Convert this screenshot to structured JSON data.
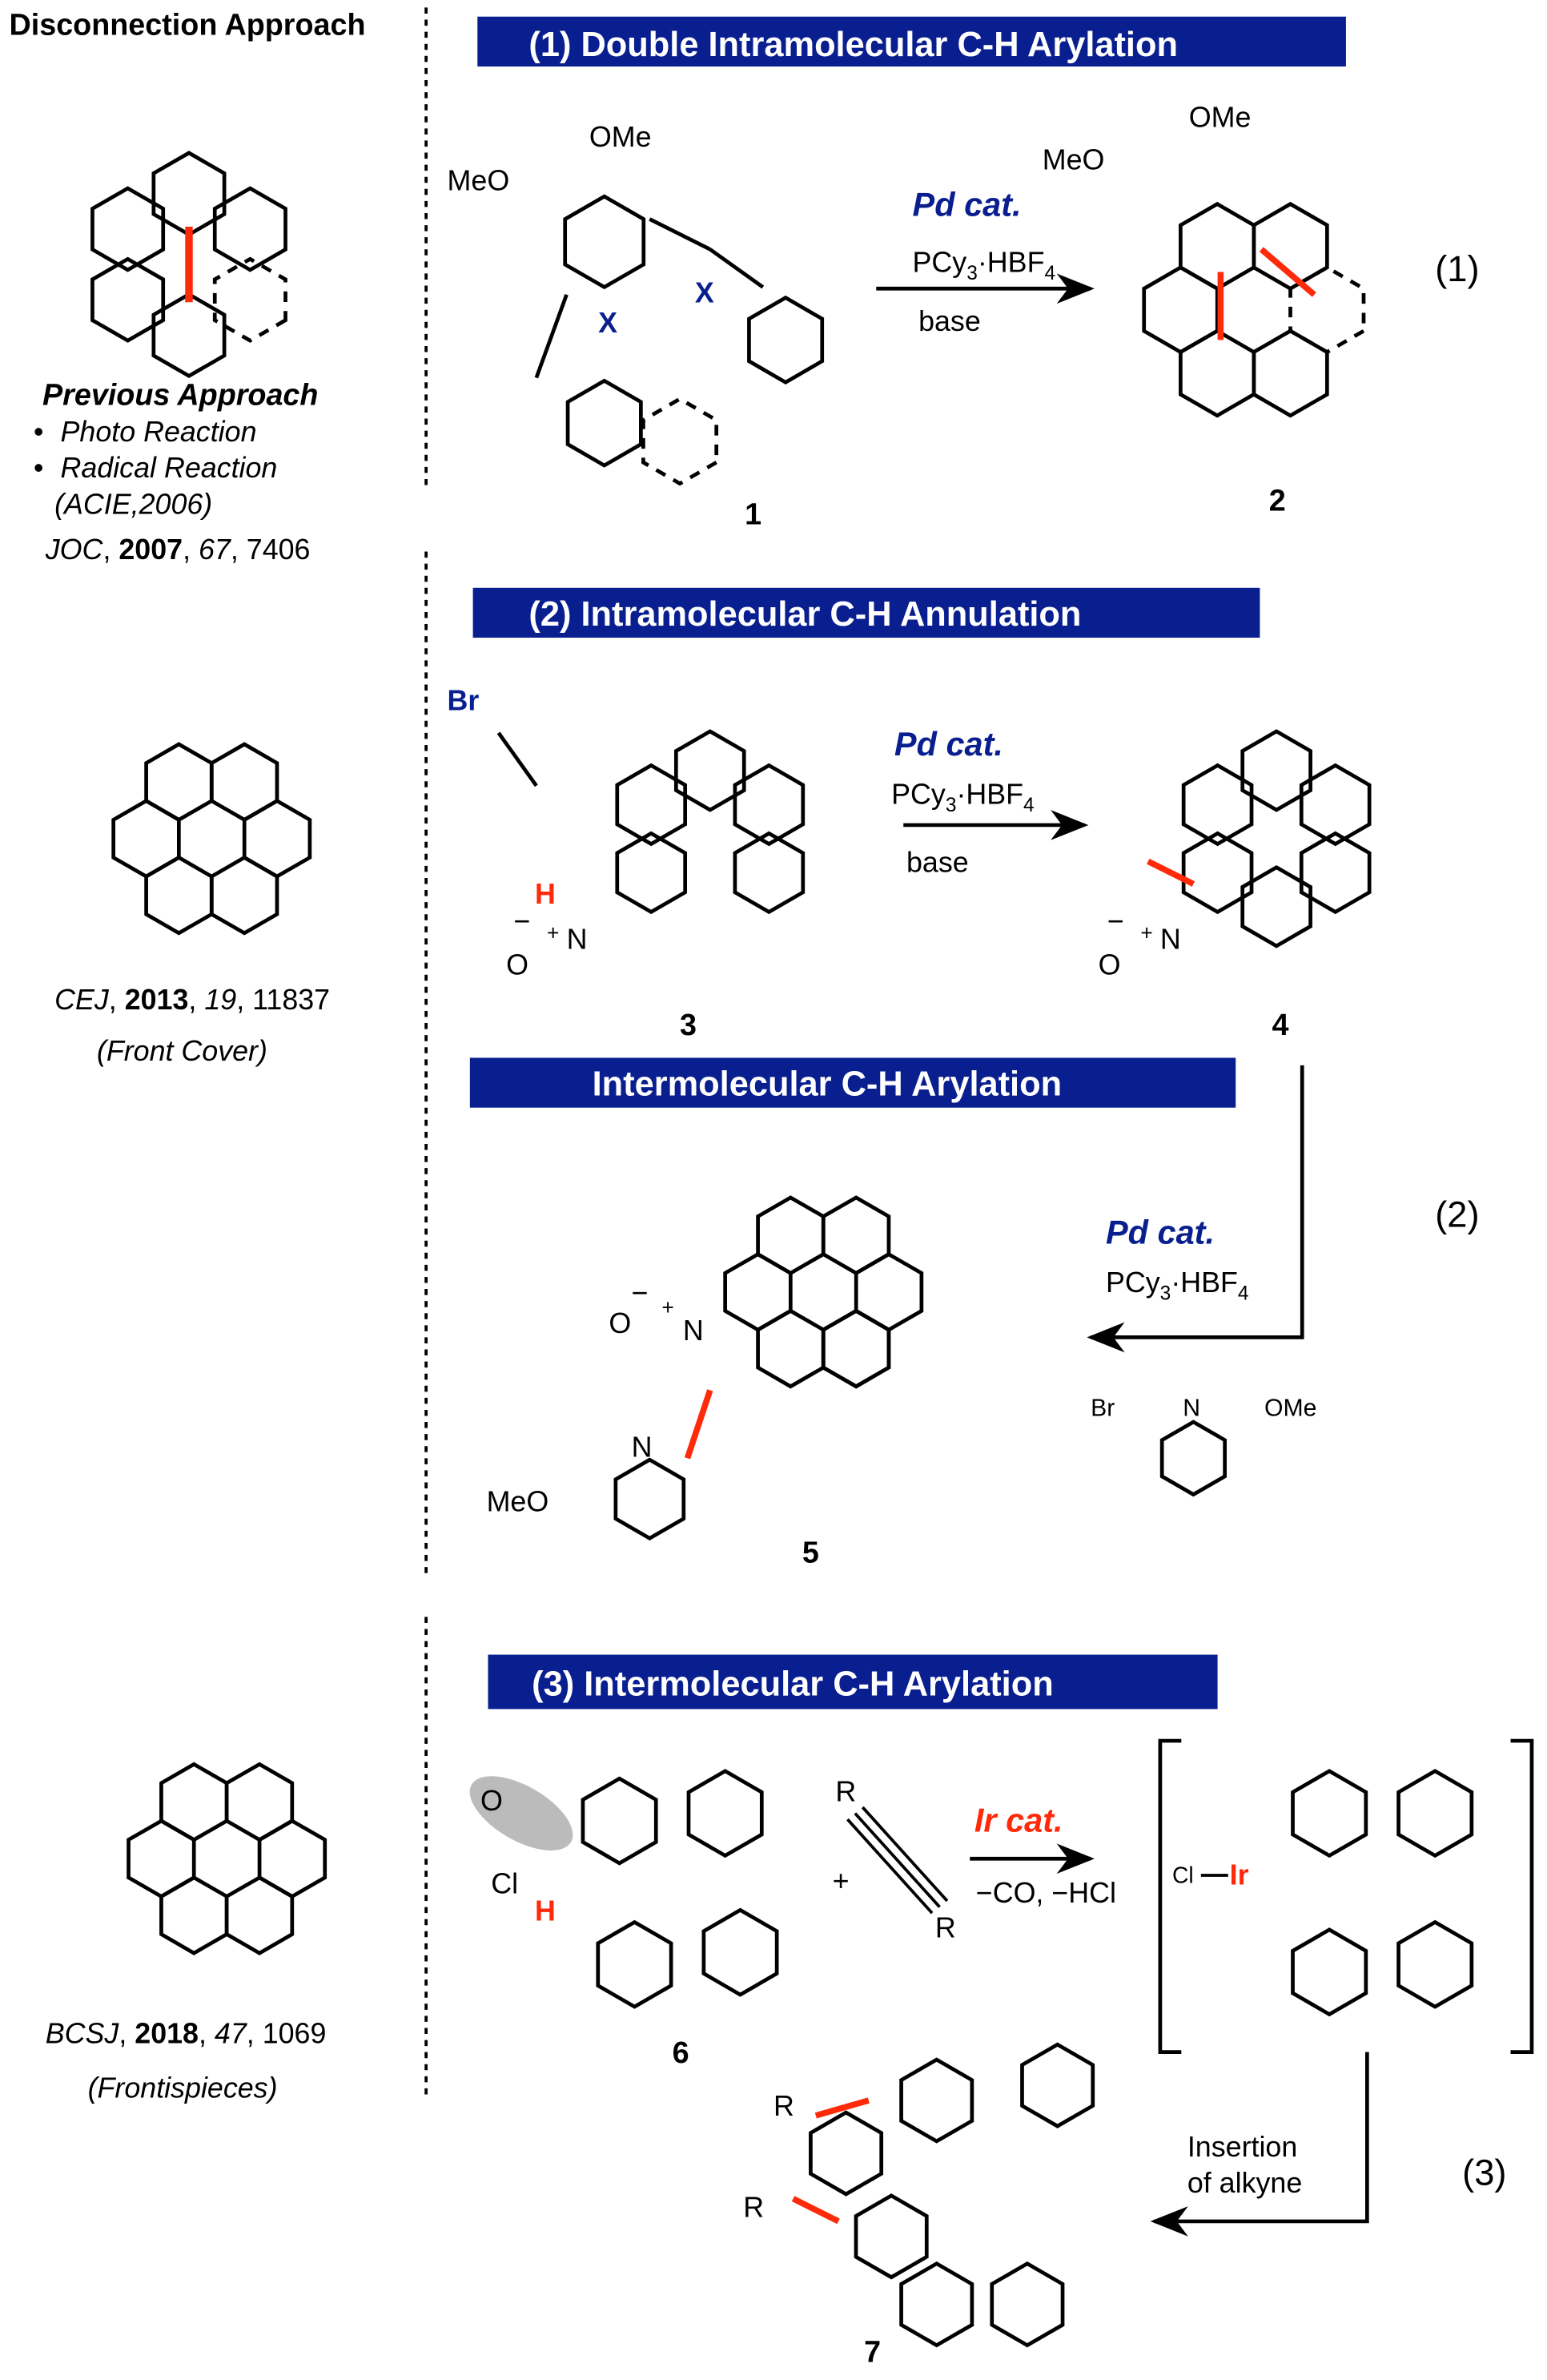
{
  "colors": {
    "header_bg": "#0a1f8f",
    "accent_red": "#ff2a0a",
    "accent_blue": "#0a1f8f"
  },
  "left": {
    "title": "Disconnection Approach",
    "previous_title": "Previous Approach",
    "bullets": [
      "Photo Reaction",
      "Radical Reaction"
    ],
    "acie": "(ACIE,2006)",
    "ref1": {
      "journal": "JOC",
      "year": "2007",
      "volume": "67",
      "page": "7406"
    },
    "ref2": {
      "journal": "CEJ",
      "year": "2013",
      "volume": "19",
      "page": "11837",
      "note": "(Front Cover)"
    },
    "ref3": {
      "journal": "BCSJ",
      "year": "2018",
      "volume": "47",
      "page": "1069",
      "note": "(Frontispieces)"
    }
  },
  "section1": {
    "header": "(1)  Double Intramolecular C-H Arylation",
    "sm_meo": "MeO",
    "sm_ome": "OMe",
    "x1": "X",
    "x2": "X",
    "sm_label": "1",
    "catalyst": "Pd cat.",
    "reagent": {
      "a": "PCy",
      "s1": "3",
      "b": "·HBF",
      "s2": "4"
    },
    "base": "base",
    "pr_meo": "MeO",
    "pr_ome": "OMe",
    "pr_label": "2",
    "eq": "(1)"
  },
  "section2": {
    "header": "(2)  Intramolecular C-H Annulation",
    "br": "Br",
    "h": "H",
    "minus": "−",
    "o": "O",
    "plus": "+",
    "n": "N",
    "sm_label": "3",
    "catalyst": "Pd cat.",
    "reagent": {
      "a": "PCy",
      "s1": "3",
      "b": "·HBF",
      "s2": "4"
    },
    "base": "base",
    "pr_label": "4",
    "sub_header": "Intermolecular C-H Arylation",
    "catalyst2": "Pd cat.",
    "reagent2": {
      "a": "PCy",
      "s1": "3",
      "b": "·HBF",
      "s2": "4"
    },
    "pyr": {
      "br": "Br",
      "n": "N",
      "ome": "OMe"
    },
    "p5": {
      "minus": "−",
      "o": "O",
      "plus": "+",
      "n": "N",
      "n2": "N",
      "meo": "MeO",
      "label": "5"
    },
    "eq": "(2)"
  },
  "section3": {
    "header": "(3)  Intermolecular C-H Arylation",
    "o": "O",
    "cl": "Cl",
    "h": "H",
    "sm_label": "6",
    "plus": "+",
    "r1": "R",
    "r2": "R",
    "catalyst": "Ir cat.",
    "conditions": "−CO, −HCl",
    "int_cl": "Cl",
    "int_ir": "Ir",
    "step": [
      "Insertion",
      "of alkyne"
    ],
    "pr_r1": "R",
    "pr_r2": "R",
    "pr_label": "7",
    "eq": "(3)"
  }
}
